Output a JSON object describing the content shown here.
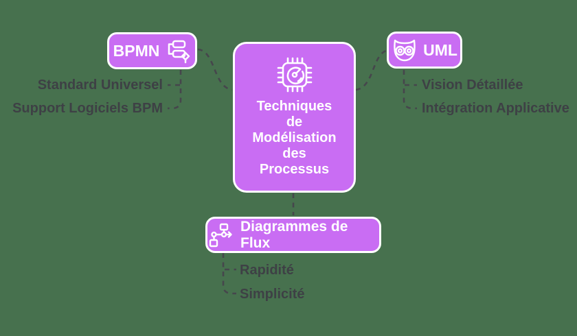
{
  "diagram": {
    "title_lines": "Techniques\nde\nModélisation\ndes\nProcessus",
    "branches": {
      "bpmn": {
        "label": "BPMN",
        "children": [
          "Standard Universel",
          "Support Logiciels BPM"
        ]
      },
      "uml": {
        "label": "UML",
        "children": [
          "Vision Détaillée",
          "Intégration Applicative"
        ]
      },
      "flux": {
        "label": "Diagrammes de Flux",
        "children": [
          "Rapidité",
          "Simplicité"
        ]
      }
    },
    "icons": {
      "center": "chip-gauge-icon",
      "bpmn": "flowchart-gateway-icon",
      "uml": "owl-glasses-icon",
      "flux": "flow-diagram-arrow-icon"
    },
    "colors": {
      "background": "#47714E",
      "node_fill": "#C96DF3",
      "node_border": "#FFFFFF",
      "node_text": "#FFFFFF",
      "connector": "#46464C",
      "leaf_text": "#3E4045"
    }
  }
}
